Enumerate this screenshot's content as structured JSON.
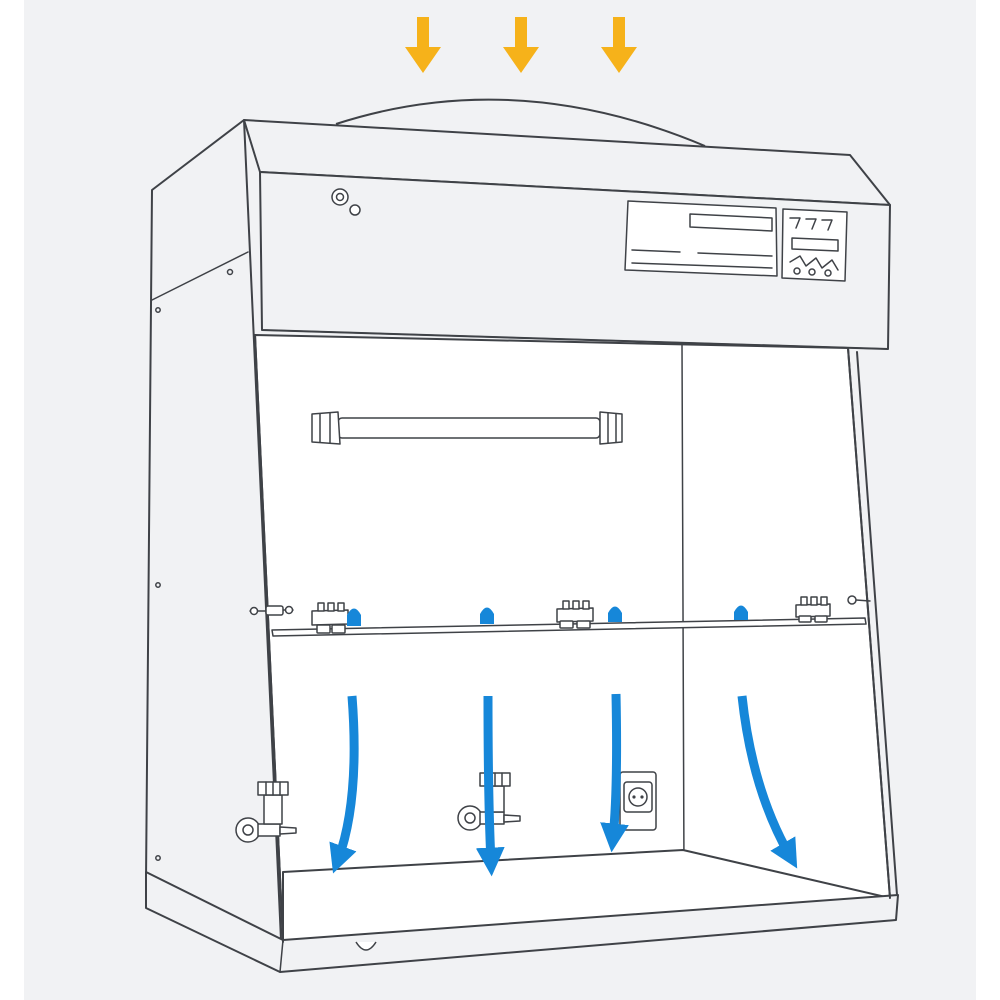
{
  "colors": {
    "background": "#f1f2f4",
    "outline": "#3f4247",
    "intake_arrow": "#f6b21a",
    "downflow_arrow": "#1687d9"
  },
  "diagram": {
    "subject": "laminar-flow-cabinet",
    "intake_arrow_count": 3,
    "downflow_arrow_count": 4,
    "nozzle_count": 4,
    "gas_valve_count": 2,
    "socket_count": 1
  }
}
